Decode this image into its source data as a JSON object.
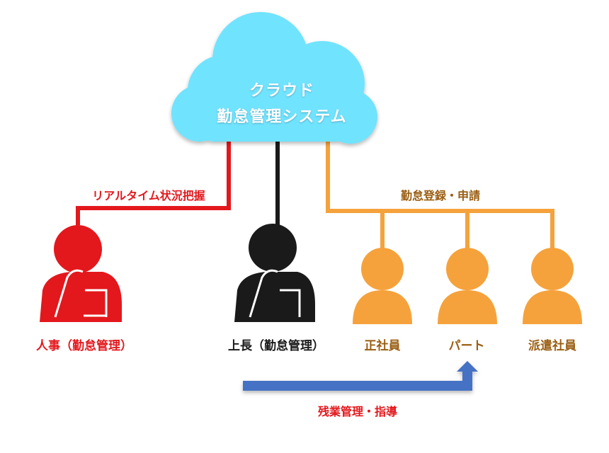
{
  "cloud": {
    "line1": "クラウド",
    "line2": "勤怠管理システム",
    "color": "#6fe3ff"
  },
  "links": {
    "realtime": {
      "label": "リアルタイム状況把握",
      "color": "#e3181d"
    },
    "boss": {
      "color": "#1a1a1a"
    },
    "register": {
      "label": "勤怠登録・申請",
      "color": "#f5a23c"
    },
    "overtime": {
      "label": "残業管理・指導",
      "color": "#4472c4"
    }
  },
  "people": {
    "hr": {
      "label": "人事（勤怠管理）",
      "color": "#e3181d",
      "label_color": "#e3181d",
      "icon": "thinking-person-icon"
    },
    "boss": {
      "label": "上長（勤怠管理）",
      "color": "#1a1a1a",
      "label_color": "#1a1a1a",
      "icon": "thinking-person-icon"
    },
    "fulltime": {
      "label": "正社員",
      "color": "#f5a23c",
      "label_color": "#9a5e12",
      "icon": "person-icon"
    },
    "parttime": {
      "label": "パート",
      "color": "#f5a23c",
      "label_color": "#9a5e12",
      "icon": "person-icon"
    },
    "dispatch": {
      "label": "派遣社員",
      "color": "#f5a23c",
      "label_color": "#9a5e12",
      "icon": "person-icon"
    }
  }
}
